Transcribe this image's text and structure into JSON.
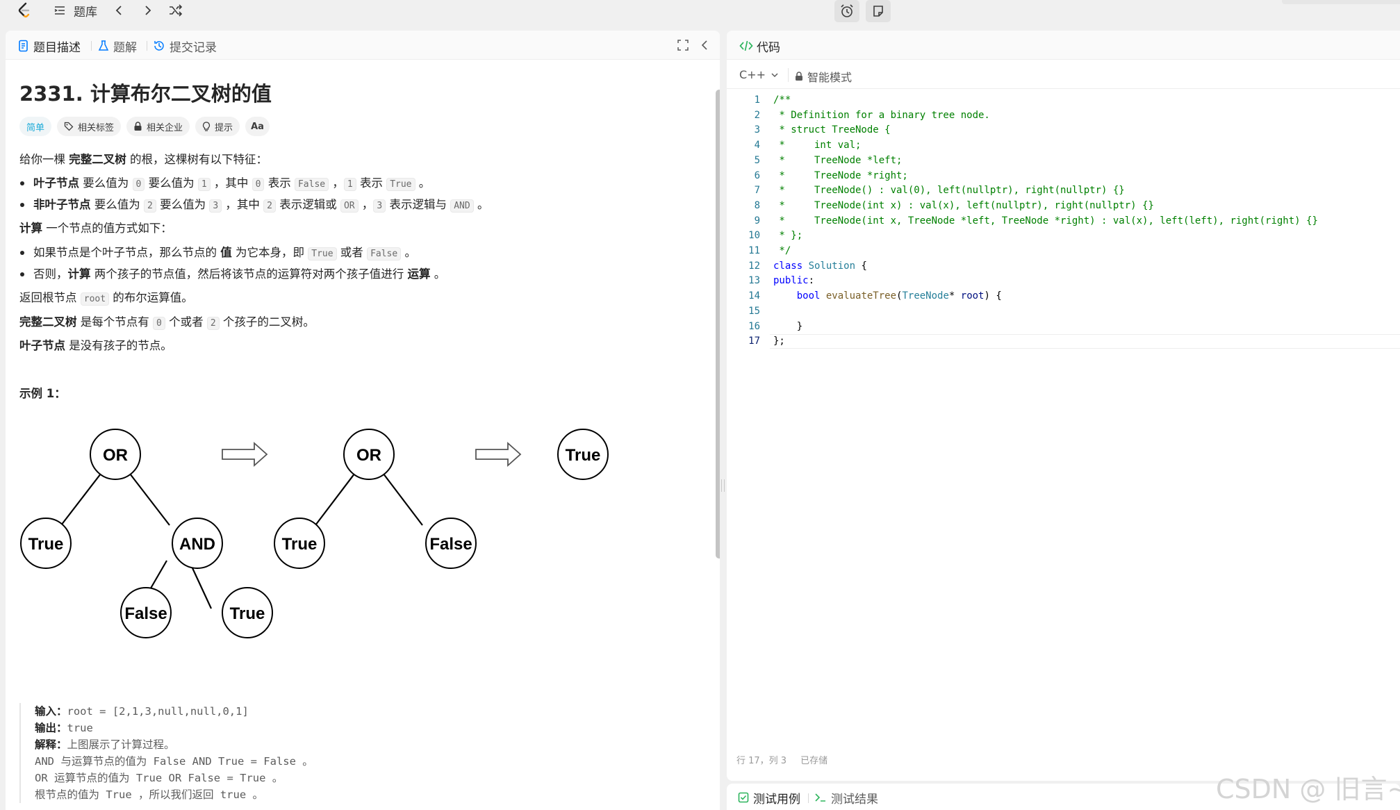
{
  "topbar": {
    "problem_list_label": "题库"
  },
  "left_panel": {
    "tabs": [
      {
        "label": "题目描述"
      },
      {
        "label": "题解"
      },
      {
        "label": "提交记录"
      }
    ],
    "title": "2331. 计算布尔二叉树的值",
    "badges": {
      "difficulty": "简单",
      "tags": "相关标签",
      "companies": "相关企业",
      "hint": "提示",
      "font": "Aa"
    },
    "description": {
      "intro_pre": "给你一棵 ",
      "intro_bold": "完整二叉树",
      "intro_post": " 的根，这棵树有以下特征：",
      "leaf_bold": "叶子节点",
      "leaf_t1": " 要么值为 ",
      "leaf_c0": "0",
      "leaf_t2": " 要么值为 ",
      "leaf_c1": "1",
      "leaf_t3": " ，其中 ",
      "leaf_c2": "0",
      "leaf_t4": " 表示 ",
      "leaf_c3": "False",
      "leaf_t5": " ，",
      "leaf_c4": "1",
      "leaf_t6": " 表示 ",
      "leaf_c5": "True",
      "leaf_t7": " 。",
      "nonleaf_bold": "非叶子节点",
      "nonleaf_t1": " 要么值为 ",
      "nonleaf_c0": "2",
      "nonleaf_t2": " 要么值为 ",
      "nonleaf_c1": "3",
      "nonleaf_t3": " ，其中 ",
      "nonleaf_c2": "2",
      "nonleaf_t4": " 表示逻辑或 ",
      "nonleaf_c3": "OR",
      "nonleaf_t5": " ，",
      "nonleaf_c4": "3",
      "nonleaf_t6": " 表示逻辑与 ",
      "nonleaf_c5": "AND",
      "nonleaf_t7": " 。",
      "eval_bold": "计算",
      "eval_post": " 一个节点的值方式如下：",
      "rule1_t1": "如果节点是个叶子节点，那么节点的 ",
      "rule1_bold": "值",
      "rule1_t2": " 为它本身，即 ",
      "rule1_c0": "True",
      "rule1_t3": " 或者 ",
      "rule1_c1": "False",
      "rule1_t4": " 。",
      "rule2_t1": "否则，",
      "rule2_b1": "计算",
      "rule2_t2": " 两个孩子的节点值，然后将该节点的运算符对两个孩子值进行 ",
      "rule2_b2": "运算",
      "rule2_t3": " 。",
      "return_t1": "返回根节点 ",
      "return_c0": "root",
      "return_t2": " 的布尔运算值。",
      "full_bold": "完整二叉树",
      "full_t1": " 是每个节点有 ",
      "full_c0": "0",
      "full_t2": " 个或者 ",
      "full_c1": "2",
      "full_t3": " 个孩子的二叉树。",
      "leafdef_bold": "叶子节点",
      "leafdef_post": " 是没有孩子的节点。"
    },
    "example": {
      "heading": "示例 1：",
      "tree_nodes": {
        "a_root": "OR",
        "a_left": "True",
        "a_right": "AND",
        "a_rl": "False",
        "a_rr": "True",
        "b_root": "OR",
        "b_left": "True",
        "b_right": "False",
        "c_root": "True"
      },
      "input_label": "输入：",
      "input_value": "root = [2,1,3,null,null,0,1]",
      "output_label": "输出：",
      "output_value": "true",
      "explain_label": "解释：",
      "explain_value": "上图展示了计算过程。",
      "line1": "AND 与运算节点的值为 False AND True = False 。",
      "line2": "OR 运算节点的值为 True OR False = True 。",
      "line3": "根节点的值为 True ，所以我们返回 true 。"
    }
  },
  "right_panel": {
    "tab_label": "代码",
    "language": "C++",
    "mode": "智能模式",
    "line_numbers": [
      "1",
      "2",
      "3",
      "4",
      "5",
      "6",
      "7",
      "8",
      "9",
      "10",
      "11",
      "12",
      "13",
      "14",
      "15",
      "16",
      "17"
    ],
    "status_position": "行 17，列 3",
    "status_saved": "已存储"
  },
  "bottom_panel": {
    "testcase_label": "测试用例",
    "result_label": "测试结果"
  },
  "watermark": "CSDN @ 旧言~",
  "colors": {
    "accent_green": "#2db55d",
    "accent_blue": "#007aff",
    "easy": "#1dabd8"
  }
}
